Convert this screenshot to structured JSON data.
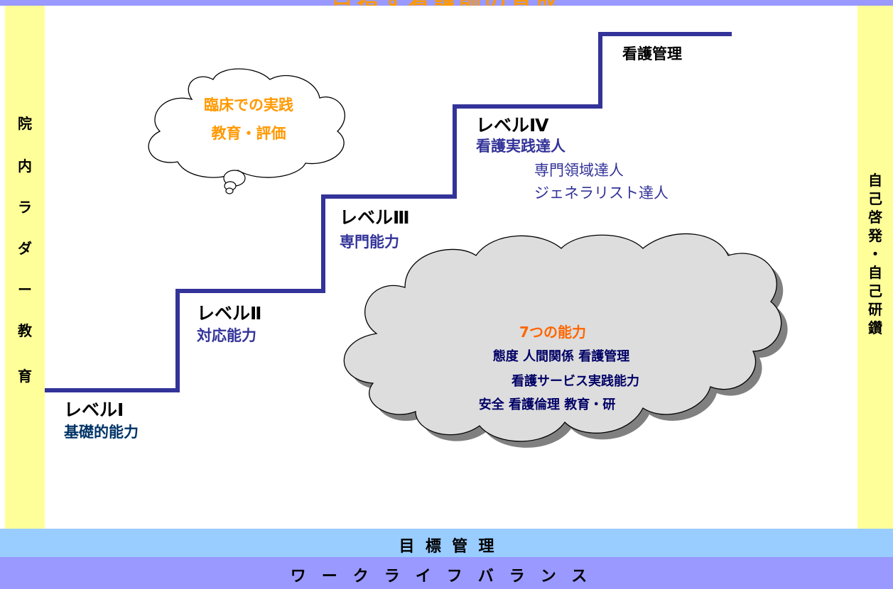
{
  "header": {
    "title": "目指す看護師の育成"
  },
  "left_label": {
    "chars": [
      "院",
      "内",
      "ラ",
      "ダ",
      "ー",
      "教",
      "育"
    ]
  },
  "right_label": {
    "chars": [
      "自",
      "己",
      "啓",
      "発",
      "・",
      "自",
      "己",
      "研",
      "鑽"
    ]
  },
  "levels": [
    {
      "title": "レベルⅠ",
      "subtitle": "基礎的能力"
    },
    {
      "title": "レベルⅡ",
      "subtitle": "対応能力"
    },
    {
      "title": "レベルⅢ",
      "subtitle": "専門能力"
    },
    {
      "title": "レベルⅣ",
      "subtitle": "看護実践達人",
      "details": [
        "専門領域達人",
        "ジェネラリスト達人"
      ]
    },
    {
      "title": "看護管理"
    }
  ],
  "thought_cloud": {
    "lines": [
      "臨床での実践",
      "教育・評価"
    ]
  },
  "abilities_cloud": {
    "title": "7つの能力",
    "lines": [
      "態度  人間関係  看護管理",
      "看護サービス実践能力",
      "安全    看護倫理    教育・研"
    ]
  },
  "bottom": {
    "goal": "目  標  管  理",
    "wlb": "ワークライフバランス"
  },
  "colors": {
    "stair": "#333399",
    "side": "#ffff99",
    "goal_band": "#99ccff",
    "wlb_band": "#9999ff",
    "orange": "#ff9900"
  }
}
